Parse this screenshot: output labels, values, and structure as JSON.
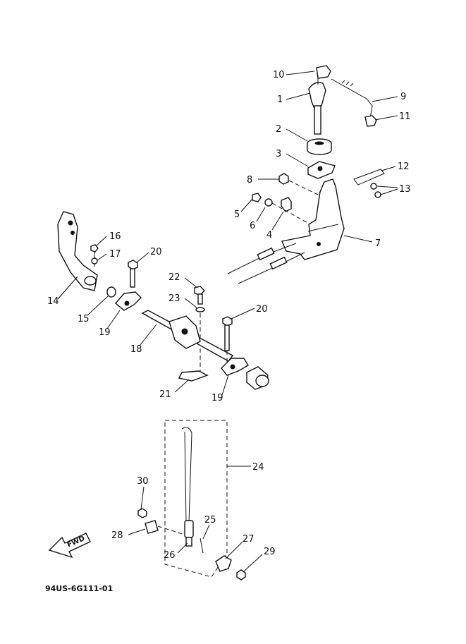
{
  "diagram": {
    "code": "94US-6G111-01",
    "fwd_label": "FWD",
    "labels": [
      "1",
      "2",
      "3",
      "4",
      "5",
      "6",
      "7",
      "8",
      "9",
      "10",
      "11",
      "12",
      "13",
      "14",
      "15",
      "16",
      "17",
      "19",
      "18",
      "19",
      "20",
      "20",
      "21",
      "22",
      "23",
      "24",
      "25",
      "26",
      "27",
      "28",
      "29",
      "30"
    ]
  }
}
